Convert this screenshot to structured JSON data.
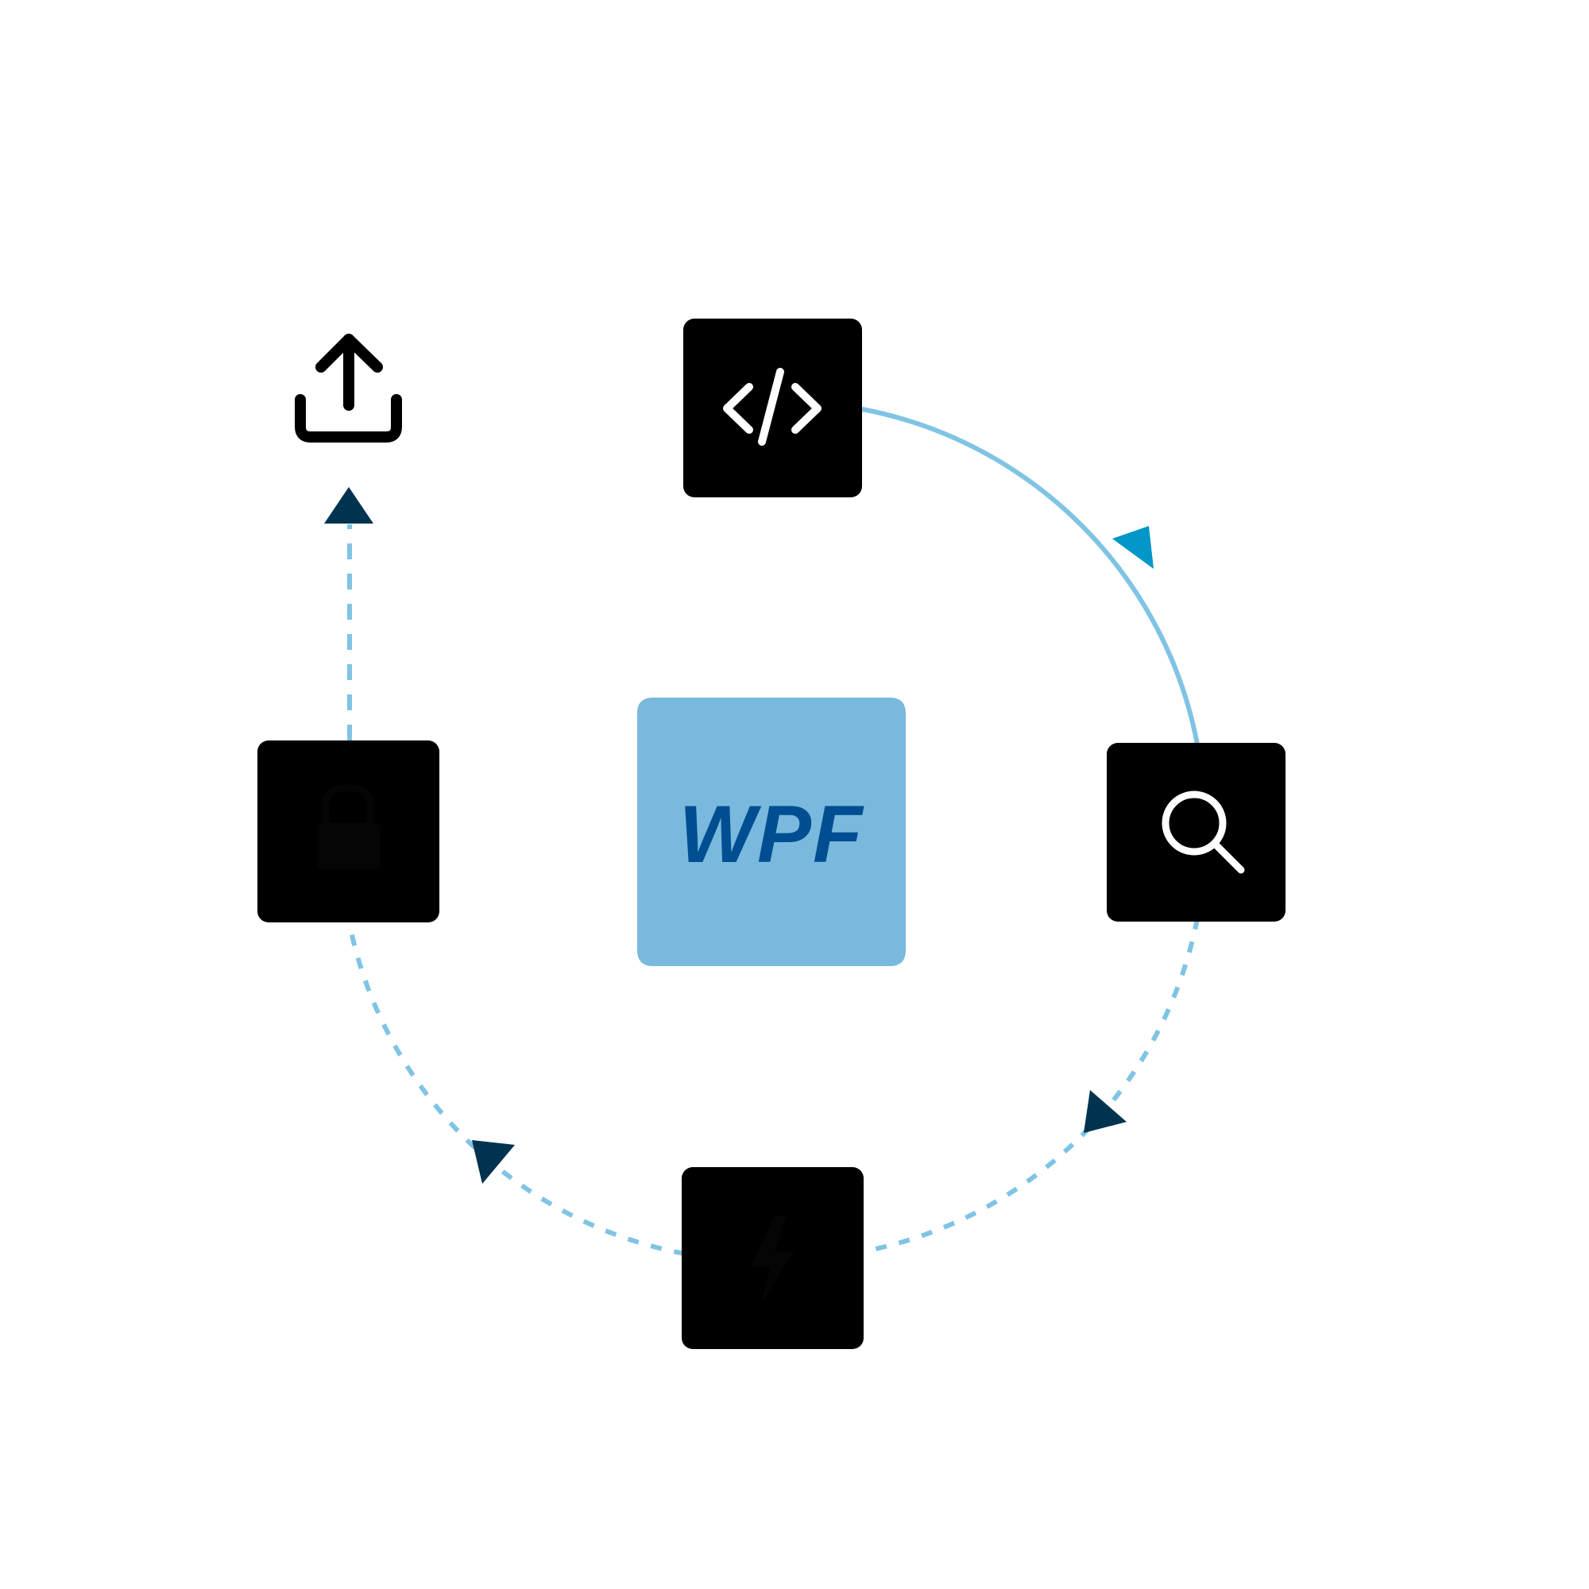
{
  "diagram": {
    "center": {
      "label": "WPF"
    },
    "nodes": [
      {
        "id": "code",
        "icon": "code-icon",
        "visible_glyph": true
      },
      {
        "id": "search",
        "icon": "search-icon",
        "visible_glyph": true
      },
      {
        "id": "build",
        "icon": "build-icon",
        "visible_glyph": false
      },
      {
        "id": "secure",
        "icon": "lock-icon",
        "visible_glyph": false
      },
      {
        "id": "upload",
        "icon": "upload-icon",
        "visible_glyph": true
      }
    ],
    "edges": [
      {
        "from": "code",
        "to": "search",
        "style": "solid"
      },
      {
        "from": "search",
        "to": "build",
        "style": "dashed"
      },
      {
        "from": "build",
        "to": "secure",
        "style": "dashed"
      },
      {
        "from": "secure",
        "to": "upload",
        "style": "dashed"
      }
    ],
    "colors": {
      "background": "#ffffff",
      "node_fill": "#000000",
      "node_glyph": "#ffffff",
      "center_fill": "#7ab9de",
      "center_text": "#004e92",
      "connector": "#80c4e4",
      "arrow_primary": "#0096c8",
      "arrow_dark": "#00334f",
      "upload_icon": "#000000"
    }
  }
}
